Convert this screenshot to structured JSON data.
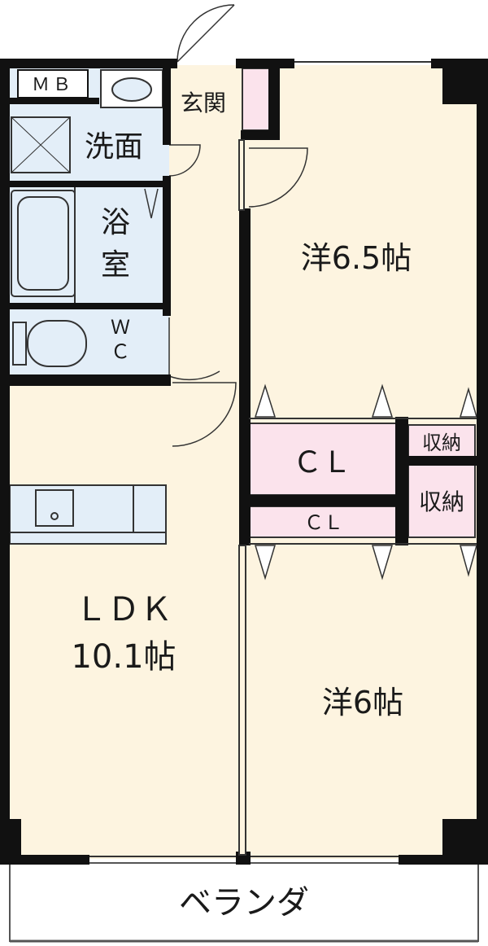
{
  "plan": {
    "colors": {
      "wall": "#111111",
      "living_floor": "#fdf4e0",
      "wet_area": "#e3eef8",
      "storage": "#fbe3ec",
      "outdoor": "#ffffff",
      "line": "#333333"
    },
    "rooms": {
      "mb": "ＭＢ",
      "entrance": "玄関",
      "washroom": "洗面",
      "bath_line1": "浴",
      "bath_line2": "室",
      "wc_line1": "Ｗ",
      "wc_line2": "Ｃ",
      "room_north": "洋6.5帖",
      "closet_upper": "ＣＬ",
      "storage_upper": "収納",
      "storage_lower": "収納",
      "closet_lower": "ＣＬ",
      "ldk_line1": "ＬＤＫ",
      "ldk_line2": "10.1帖",
      "room_south": "洋6帖",
      "veranda": "ベランダ"
    }
  }
}
